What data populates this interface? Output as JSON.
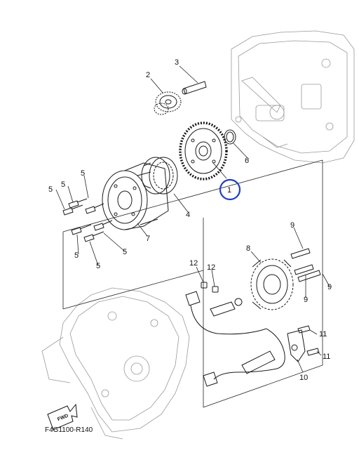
{
  "diagram": {
    "code": "F4G1100-R140",
    "fwd_label": "FWD",
    "highlight_color": "#1f3fbf",
    "callouts": {
      "c1": "1",
      "c2": "2",
      "c3": "3",
      "c4": "4",
      "c5a": "5",
      "c5b": "5",
      "c5c": "5",
      "c5d": "5",
      "c6": "6",
      "c7": "7",
      "c8": "8",
      "c9a": "9",
      "c9b": "9",
      "c9c": "9",
      "c10": "10",
      "c11a": "11",
      "c11b": "11",
      "c12a": "12",
      "c12b": "12"
    }
  }
}
